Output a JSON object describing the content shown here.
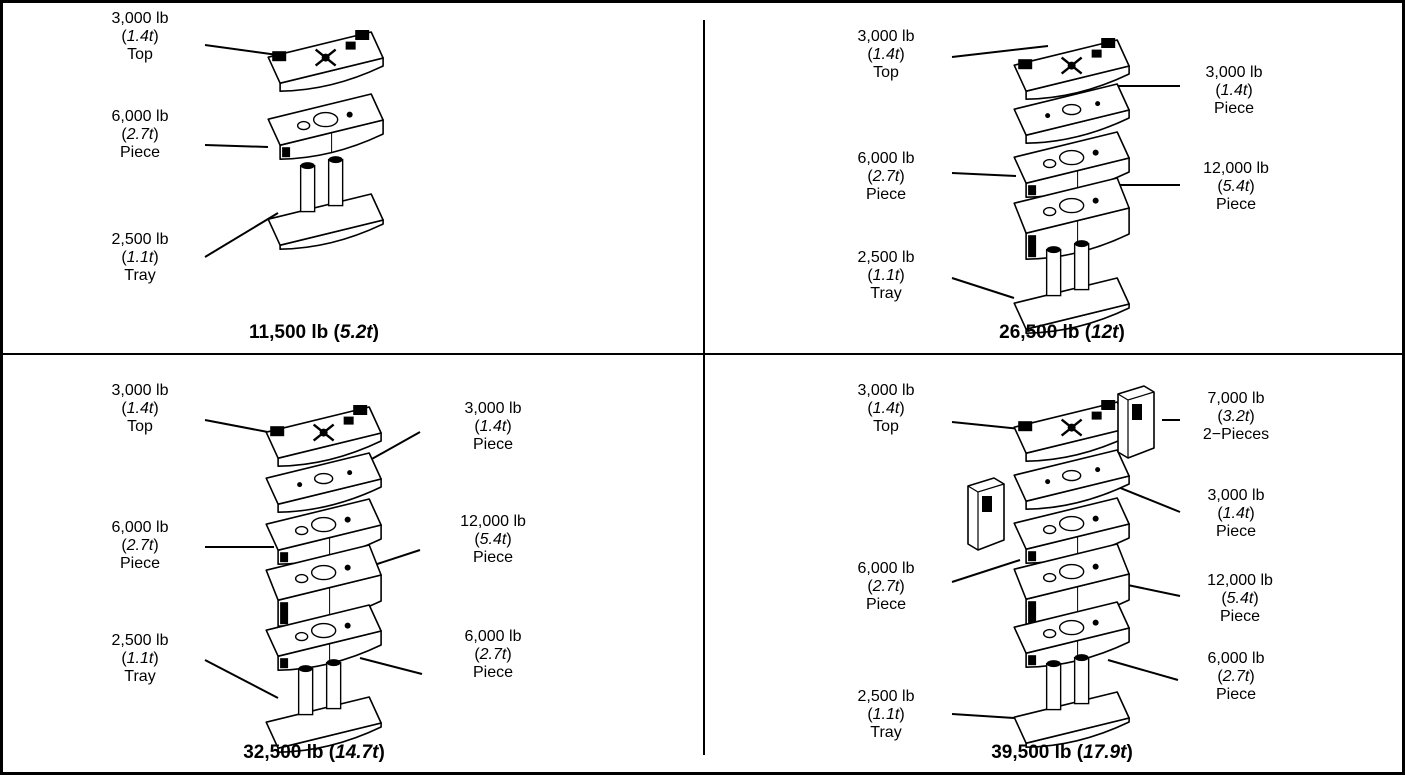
{
  "panels": [
    {
      "total": {
        "value": "11,500 lb",
        "metric": "5.2t"
      },
      "labels": [
        {
          "weight": "3,000 lb",
          "metric": "1.4",
          "name": "Top"
        },
        {
          "weight": "6,000 lb",
          "metric": "2.7",
          "name": "Piece"
        },
        {
          "weight": "2,500 lb",
          "metric": "1.1",
          "name": "Tray"
        }
      ]
    },
    {
      "total": {
        "value": "26,500 lb",
        "metric": "12t"
      },
      "labels": [
        {
          "weight": "3,000 lb",
          "metric": "1.4",
          "name": "Top"
        },
        {
          "weight": "3,000 lb",
          "metric": "1.4",
          "name": "Piece"
        },
        {
          "weight": "6,000 lb",
          "metric": "2.7",
          "name": "Piece"
        },
        {
          "weight": "12,000 lb",
          "metric": "5.4",
          "name": "Piece"
        },
        {
          "weight": "2,500 lb",
          "metric": "1.1",
          "name": "Tray"
        }
      ]
    },
    {
      "total": {
        "value": "32,500 lb",
        "metric": "14.7t"
      },
      "labels": [
        {
          "weight": "3,000 lb",
          "metric": "1.4",
          "name": "Top"
        },
        {
          "weight": "3,000 lb",
          "metric": "1.4",
          "name": "Piece"
        },
        {
          "weight": "6,000 lb",
          "metric": "2.7",
          "name": "Piece"
        },
        {
          "weight": "12,000 lb",
          "metric": "5.4",
          "name": "Piece"
        },
        {
          "weight": "2,500 lb",
          "metric": "1.1",
          "name": "Tray"
        },
        {
          "weight": "6,000 lb",
          "metric": "2.7",
          "name": "Piece"
        }
      ]
    },
    {
      "total": {
        "value": "39,500 lb",
        "metric": "17.9t"
      },
      "labels": [
        {
          "weight": "3,000 lb",
          "metric": "1.4",
          "name": "Top"
        },
        {
          "weight": "7,000 lb",
          "metric": "3.2",
          "name": "2−Pieces"
        },
        {
          "weight": "3,000 lb",
          "metric": "1.4",
          "name": "Piece"
        },
        {
          "weight": "6,000 lb",
          "metric": "2.7",
          "name": "Piece"
        },
        {
          "weight": "12,000 lb",
          "metric": "5.4",
          "name": "Piece"
        },
        {
          "weight": "6,000 lb",
          "metric": "2.7",
          "name": "Piece"
        },
        {
          "weight": "2,500 lb",
          "metric": "1.1",
          "name": "Tray"
        }
      ]
    }
  ]
}
